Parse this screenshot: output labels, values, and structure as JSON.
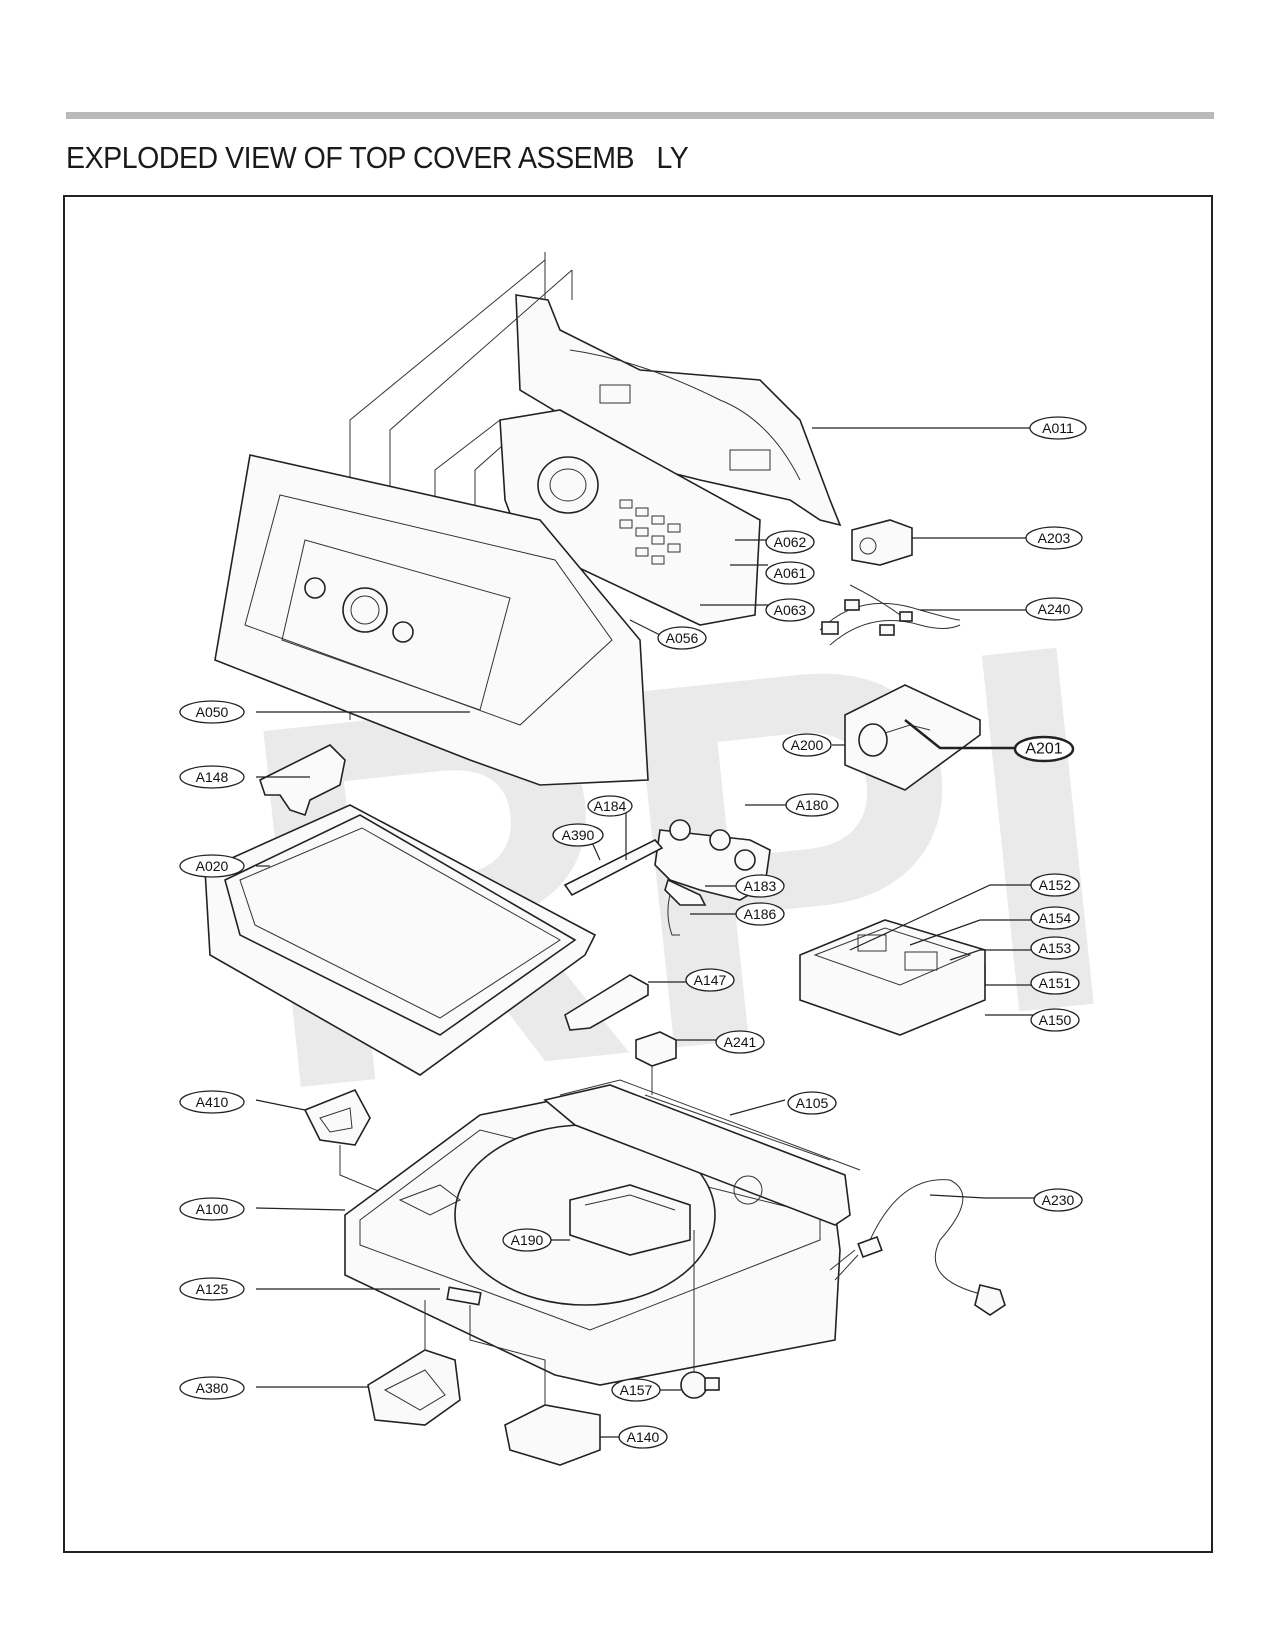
{
  "title": "EXPLODED VIEW OF TOP COVER ASSEMB   LY",
  "watermark": "RPI",
  "callouts": [
    {
      "label": "A011"
    },
    {
      "label": "A203"
    },
    {
      "label": "A062"
    },
    {
      "label": "A061"
    },
    {
      "label": "A063"
    },
    {
      "label": "A240"
    },
    {
      "label": "A056"
    },
    {
      "label": "A050"
    },
    {
      "label": "A200"
    },
    {
      "label": "A201"
    },
    {
      "label": "A148"
    },
    {
      "label": "A184"
    },
    {
      "label": "A180"
    },
    {
      "label": "A390"
    },
    {
      "label": "A020"
    },
    {
      "label": "A183"
    },
    {
      "label": "A152"
    },
    {
      "label": "A186"
    },
    {
      "label": "A154"
    },
    {
      "label": "A153"
    },
    {
      "label": "A147"
    },
    {
      "label": "A151"
    },
    {
      "label": "A150"
    },
    {
      "label": "A241"
    },
    {
      "label": "A410"
    },
    {
      "label": "A105"
    },
    {
      "label": "A100"
    },
    {
      "label": "A230"
    },
    {
      "label": "A190"
    },
    {
      "label": "A125"
    },
    {
      "label": "A380"
    },
    {
      "label": "A157"
    },
    {
      "label": "A140"
    }
  ]
}
